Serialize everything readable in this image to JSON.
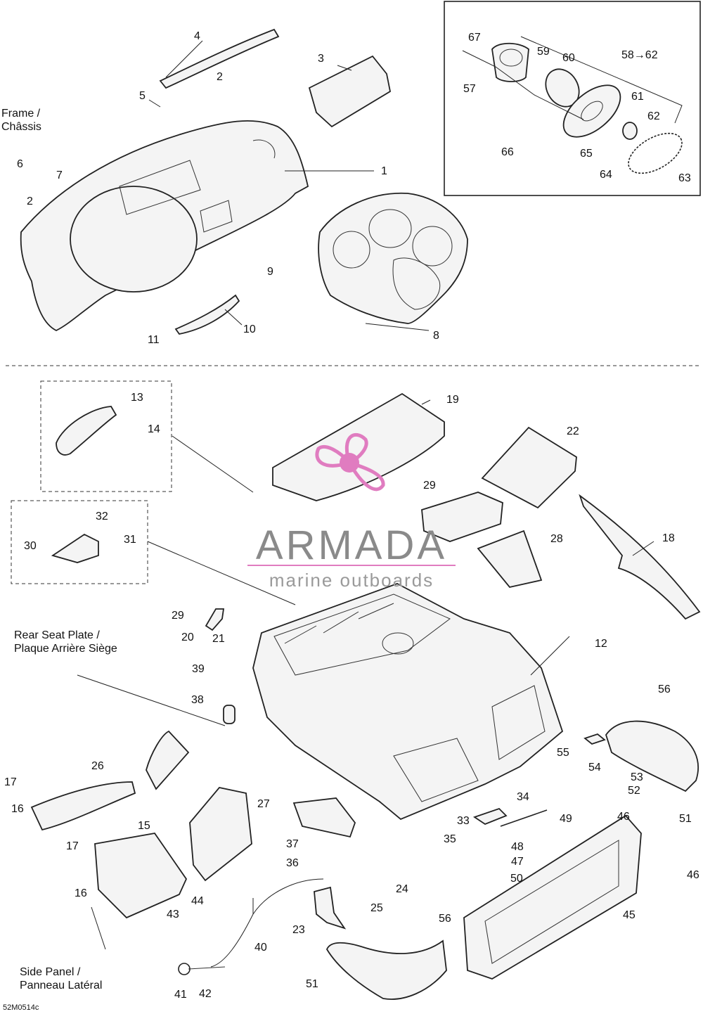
{
  "notes": {
    "frame": [
      "Frame /",
      "Châssis"
    ],
    "rear_seat_plate": [
      "Rear Seat Plate /",
      "Plaque Arrière Siège"
    ],
    "side_panel": [
      "Side Panel /",
      "Panneau Latéral"
    ],
    "range_58_62": "58",
    "range_58_62_end": "62",
    "drawing_code": "52M0514c"
  },
  "watermark": {
    "brand": "ARMADA",
    "tagline": "marine outboards"
  },
  "labels": {
    "l1": "1",
    "l2a": "2",
    "l2b": "2",
    "l3": "3",
    "l4": "4",
    "l5": "5",
    "l6": "6",
    "l7": "7",
    "l8": "8",
    "l9": "9",
    "l10": "10",
    "l11": "11",
    "l12": "12",
    "l13": "13",
    "l14": "14",
    "l15": "15",
    "l16a": "16",
    "l16b": "16",
    "l17a": "17",
    "l17b": "17",
    "l18": "18",
    "l19": "19",
    "l20": "20",
    "l21": "21",
    "l22": "22",
    "l23": "23",
    "l24": "24",
    "l25": "25",
    "l26": "26",
    "l27": "27",
    "l28": "28",
    "l29a": "29",
    "l29b": "29",
    "l30": "30",
    "l31": "31",
    "l32": "32",
    "l33": "33",
    "l34": "34",
    "l35": "35",
    "l36": "36",
    "l37": "37",
    "l38": "38",
    "l39": "39",
    "l40": "40",
    "l41": "41",
    "l42": "42",
    "l43": "43",
    "l44": "44",
    "l45": "45",
    "l46a": "46",
    "l46b": "46",
    "l47": "47",
    "l48": "48",
    "l49": "49",
    "l50": "50",
    "l51a": "51",
    "l51b": "51",
    "l52": "52",
    "l53": "53",
    "l54": "54",
    "l55": "55",
    "l56a": "56",
    "l56b": "56",
    "l57": "57",
    "l59": "59",
    "l60": "60",
    "l61": "61",
    "l62": "62",
    "l63": "63",
    "l64": "64",
    "l65": "65",
    "l66": "66",
    "l67": "67"
  },
  "colors": {
    "line": "#222222",
    "watermark_text": "#8a8a8a",
    "watermark_accent": "#e07cc0"
  }
}
